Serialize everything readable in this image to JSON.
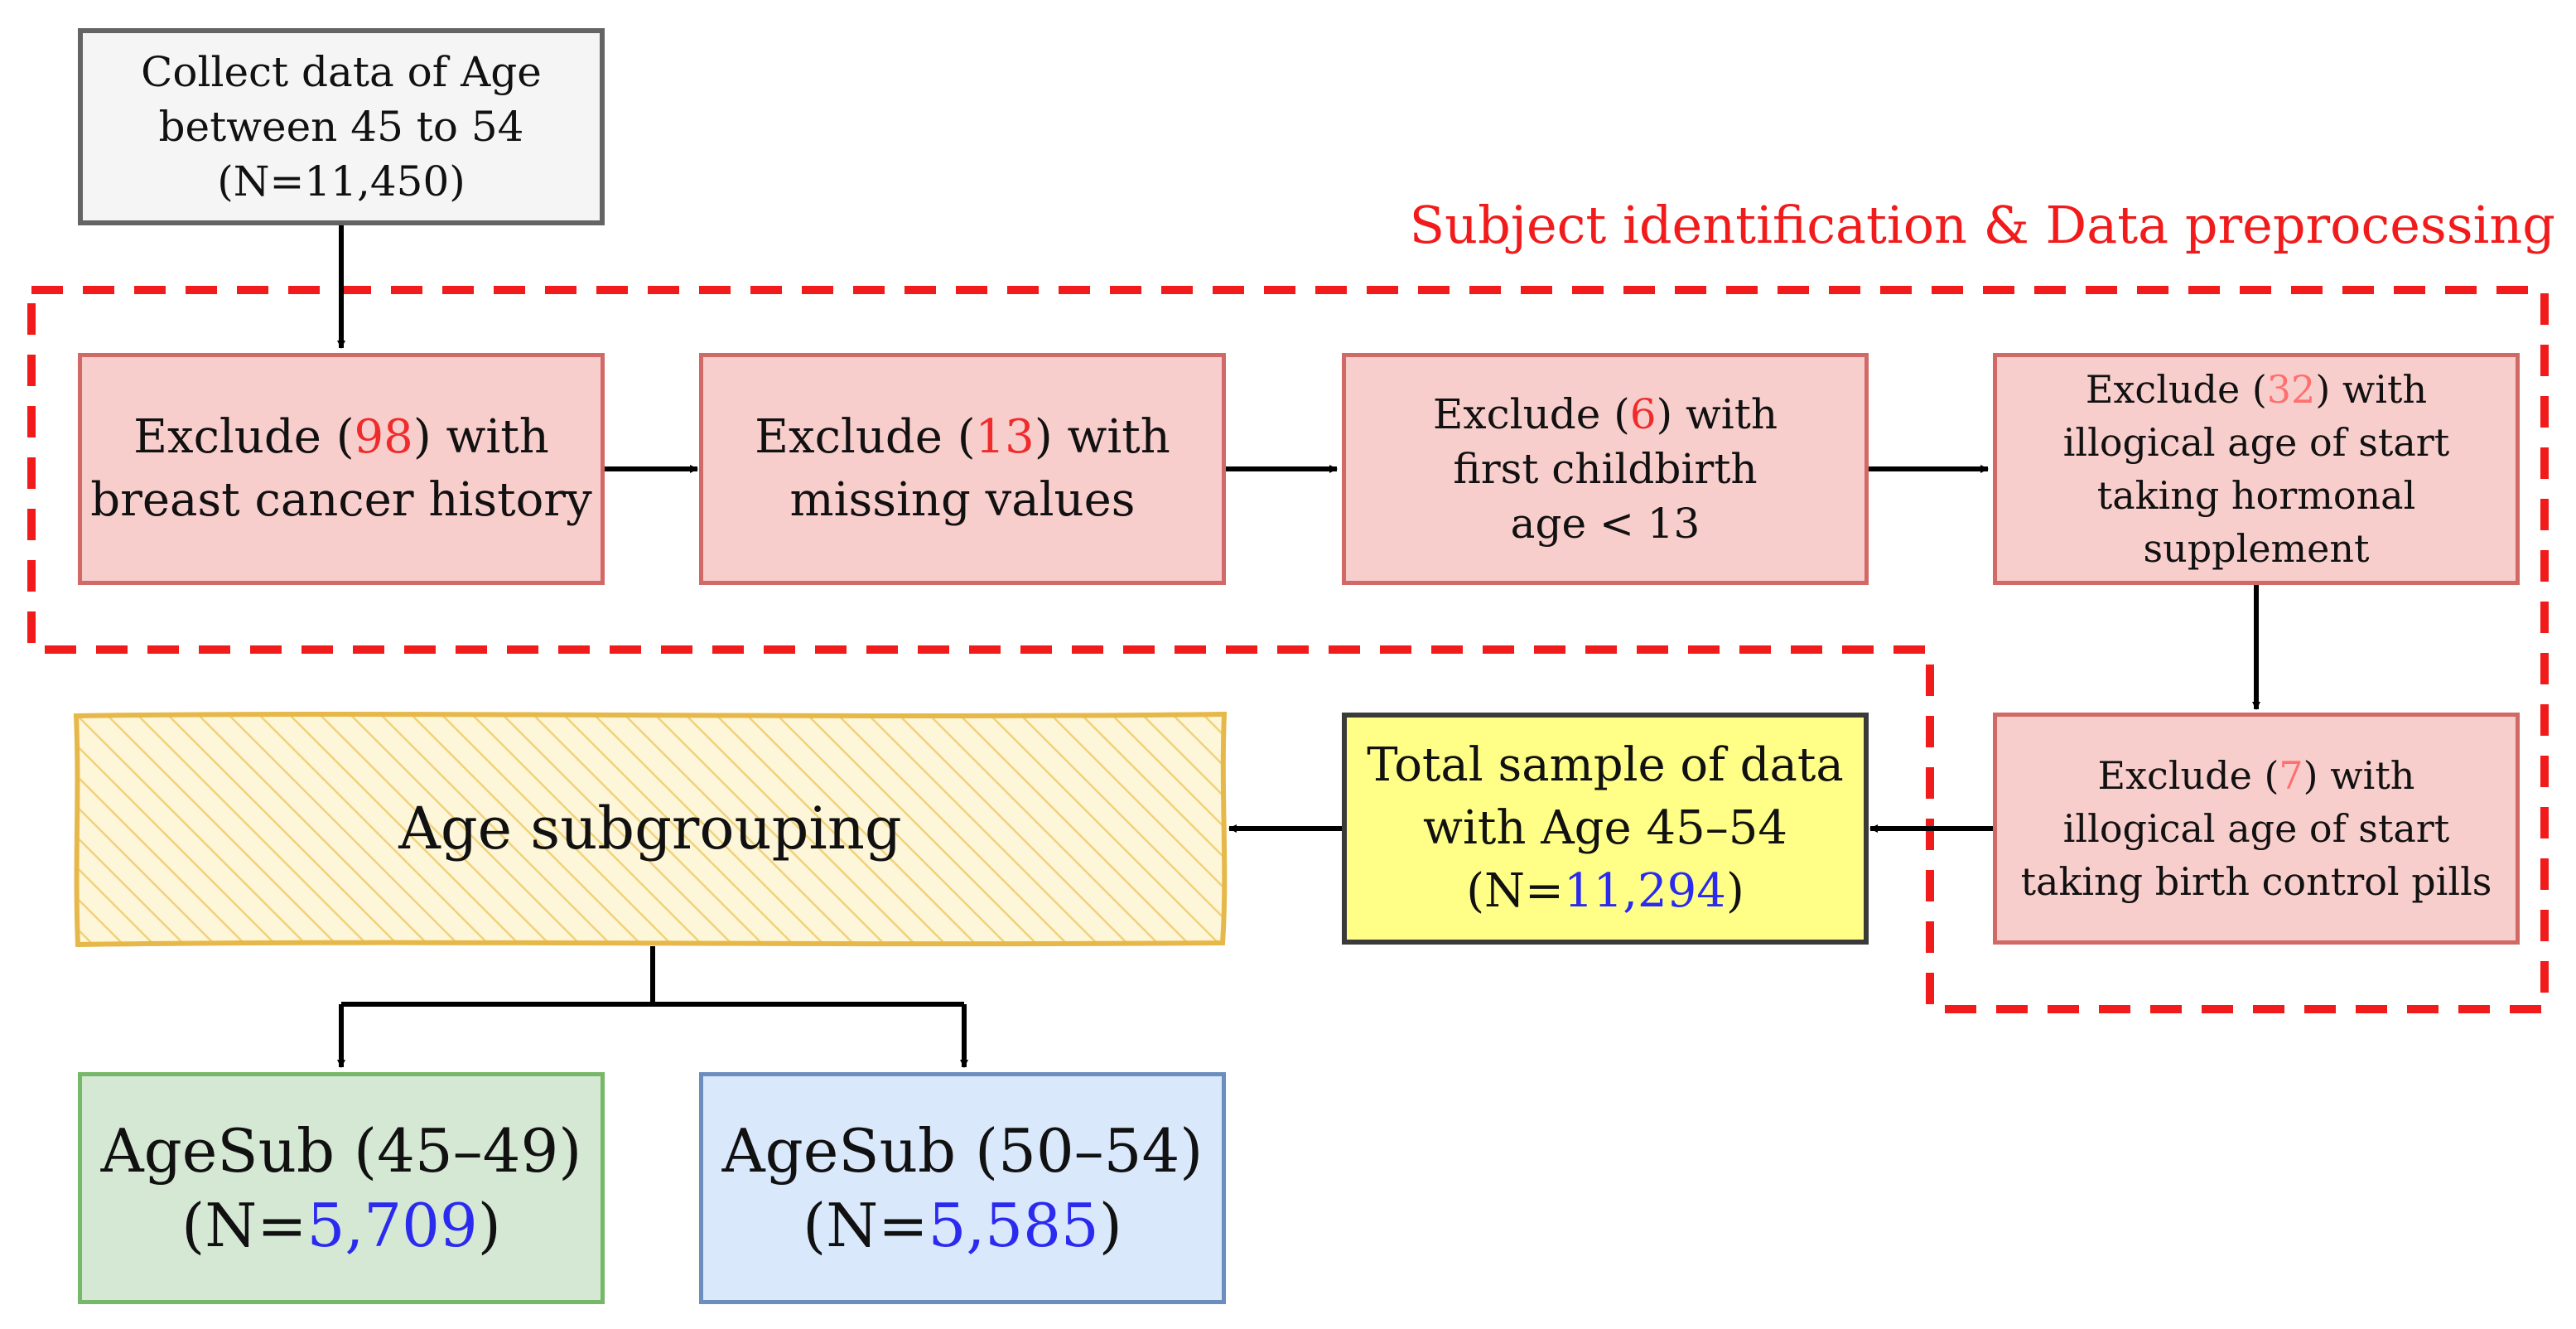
{
  "stage": {
    "title": "Subject identification & Data preprocessing"
  },
  "colors": {
    "exclude_fill": "#f8cecc",
    "exclude_border": "#d16a67",
    "stage_dash": "#f21b1b",
    "total_fill": "#ffff88",
    "subgroup_fill": "#fdf3c4",
    "subgroup_border": "#e6b84a",
    "agesub1_fill": "#d5e8d4",
    "agesub2_fill": "#dae8fc",
    "count_highlight": "#ef2b2b",
    "total_highlight": "#2b2bef"
  },
  "nodes": {
    "collect": {
      "line1": "Collect data of Age",
      "line2": "between 45 to 54",
      "line3": "(N=11,450)"
    },
    "exclude1": {
      "pre": "Exclude (",
      "count": "98",
      "post": ") with",
      "line2": "breast cancer history"
    },
    "exclude2": {
      "pre": "Exclude (",
      "count": "13",
      "post": ") with",
      "line2": "missing values"
    },
    "exclude3": {
      "pre": "Exclude (",
      "count": "6",
      "post": ") with",
      "line2": "first childbirth",
      "line3": "age < 13"
    },
    "exclude4": {
      "pre": "Exclude (",
      "count": "32",
      "post": ") with",
      "line2": "illogical age of start",
      "line3": "taking hormonal",
      "line4": "supplement"
    },
    "exclude5": {
      "pre": "Exclude (",
      "count": "7",
      "post": ") with",
      "line2": "illogical age of start",
      "line3": "taking birth control pills"
    },
    "total": {
      "line1": "Total sample of data",
      "line2": "with Age 45–54",
      "pre": "(N=",
      "count": "11,294",
      "post": ")"
    },
    "subgrouping": {
      "label": "Age subgrouping"
    },
    "agesub1": {
      "line1": "AgeSub (45–49)",
      "pre": "(N=",
      "count": "5,709",
      "post": ")"
    },
    "agesub2": {
      "line1": "AgeSub (50–54)",
      "pre": "(N=",
      "count": "5,585",
      "post": ")"
    }
  }
}
